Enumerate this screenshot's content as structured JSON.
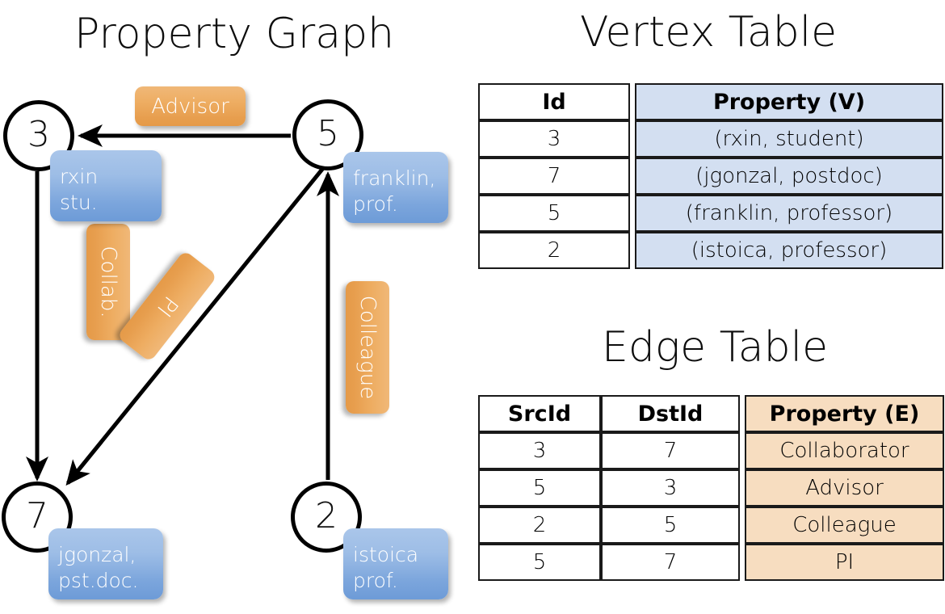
{
  "titles": {
    "property_graph": "Property Graph",
    "vertex_table": "Vertex Table",
    "edge_table": "Edge Table"
  },
  "graph": {
    "nodes": [
      {
        "id": "3",
        "property_lines": [
          "rxin",
          "stu."
        ]
      },
      {
        "id": "5",
        "property_lines": [
          "franklin,",
          "prof."
        ]
      },
      {
        "id": "7",
        "property_lines": [
          "jgonzal,",
          "pst.doc."
        ]
      },
      {
        "id": "2",
        "property_lines": [
          "istoica",
          "prof."
        ]
      }
    ],
    "edge_labels": [
      {
        "name": "advisor",
        "text": "Advisor"
      },
      {
        "name": "collaborator",
        "text": "Collab."
      },
      {
        "name": "pi",
        "text": "PI"
      },
      {
        "name": "colleague",
        "text": "Colleague"
      }
    ],
    "edges": [
      {
        "src": "5",
        "dst": "3",
        "label": "Advisor"
      },
      {
        "src": "3",
        "dst": "7",
        "label": "Collab."
      },
      {
        "src": "5",
        "dst": "7",
        "label": "PI"
      },
      {
        "src": "2",
        "dst": "5",
        "label": "Colleague"
      }
    ]
  },
  "vertex_table": {
    "headers": [
      "Id",
      "Property (V)"
    ],
    "rows": [
      {
        "id": "3",
        "property": "(rxin, student)"
      },
      {
        "id": "7",
        "property": "(jgonzal, postdoc)"
      },
      {
        "id": "5",
        "property": "(franklin, professor)"
      },
      {
        "id": "2",
        "property": "(istoica, professor)"
      }
    ]
  },
  "edge_table": {
    "headers": [
      "SrcId",
      "DstId",
      "Property (E)"
    ],
    "rows": [
      {
        "src": "3",
        "dst": "7",
        "property": "Collaborator"
      },
      {
        "src": "5",
        "dst": "3",
        "property": "Advisor"
      },
      {
        "src": "2",
        "dst": "5",
        "property": "Colleague"
      },
      {
        "src": "5",
        "dst": "7",
        "property": "PI"
      }
    ]
  },
  "colors": {
    "vertex_property_fill": "#d3dff1",
    "edge_property_fill": "#f7ddc0",
    "node_box_blue": "#7ba5dc",
    "edge_label_orange": "#eead62",
    "stroke": "#000000"
  }
}
